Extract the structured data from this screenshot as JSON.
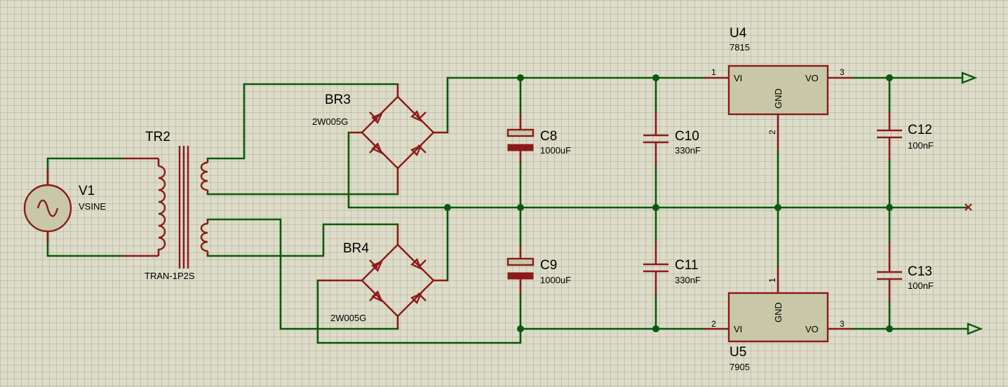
{
  "components": {
    "v1": {
      "ref": "V1",
      "value": "VSINE"
    },
    "tr2": {
      "ref": "TR2",
      "value": "TRAN-1P2S"
    },
    "br3": {
      "ref": "BR3",
      "value": "2W005G"
    },
    "br4": {
      "ref": "BR4",
      "value": "2W005G"
    },
    "c8": {
      "ref": "C8",
      "value": "1000uF"
    },
    "c9": {
      "ref": "C9",
      "value": "1000uF"
    },
    "c10": {
      "ref": "C10",
      "value": "330nF"
    },
    "c11": {
      "ref": "C11",
      "value": "330nF"
    },
    "c12": {
      "ref": "C12",
      "value": "100nF"
    },
    "c13": {
      "ref": "C13",
      "value": "100nF"
    },
    "u4": {
      "ref": "U4",
      "value": "7815",
      "pin_vi": "VI",
      "pin_vo": "VO",
      "pin_gnd": "GND",
      "pin1": "1",
      "pin2": "2",
      "pin3": "3"
    },
    "u5": {
      "ref": "U5",
      "value": "7905",
      "pin_vi": "VI",
      "pin_vo": "VO",
      "pin_gnd": "GND",
      "pin1": "1",
      "pin2": "2",
      "pin3": "3"
    }
  },
  "colors": {
    "wire": "#0a5a0a",
    "component": "#8c1a1a",
    "background": "#dcdcc8",
    "body_fill": "#c8c8a8"
  }
}
